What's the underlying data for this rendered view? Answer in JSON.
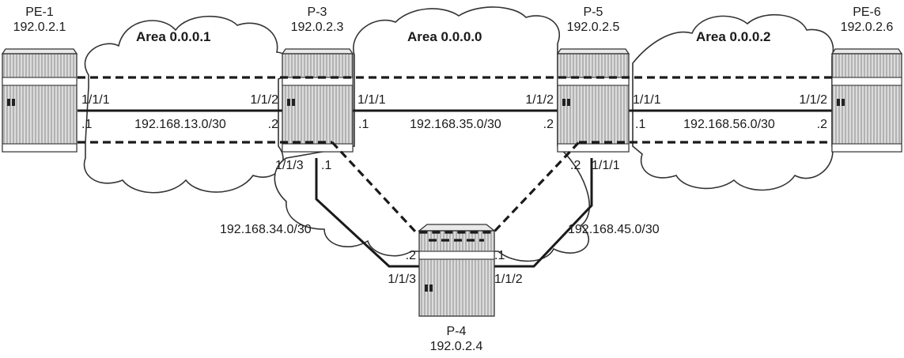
{
  "areas": [
    {
      "label": "Area 0.0.0.1"
    },
    {
      "label": "Area 0.0.0.0"
    },
    {
      "label": "Area 0.0.0.2"
    }
  ],
  "routers": {
    "pe1": {
      "name": "PE-1",
      "ip": "192.0.2.1"
    },
    "p3": {
      "name": "P-3",
      "ip": "192.0.2.3"
    },
    "p5": {
      "name": "P-5",
      "ip": "192.0.2.5"
    },
    "pe6": {
      "name": "PE-6",
      "ip": "192.0.2.6"
    },
    "p4": {
      "name": "P-4",
      "ip": "192.0.2.4"
    }
  },
  "links": {
    "pe1_p3": {
      "subnet": "192.168.13.0/30",
      "port_a": "1/1/1",
      "host_a": ".1",
      "port_b": "1/1/2",
      "host_b": ".2"
    },
    "p3_p5": {
      "subnet": "192.168.35.0/30",
      "port_a": "1/1/1",
      "host_a": ".1",
      "port_b": "1/1/2",
      "host_b": ".2"
    },
    "p5_pe6": {
      "subnet": "192.168.56.0/30",
      "port_a": "1/1/1",
      "host_a": ".1",
      "port_b": "1/1/2",
      "host_b": ".2"
    },
    "p3_p4": {
      "subnet": "192.168.34.0/30",
      "port_a": "1/1/3",
      "host_a": ".1",
      "port_b": "1/1/3",
      "host_b": ".2"
    },
    "p5_p4": {
      "subnet": "192.168.45.0/30",
      "port_a": "1/1/1",
      "host_a": ".2",
      "port_b": "1/1/2",
      "host_b": ".1"
    }
  }
}
